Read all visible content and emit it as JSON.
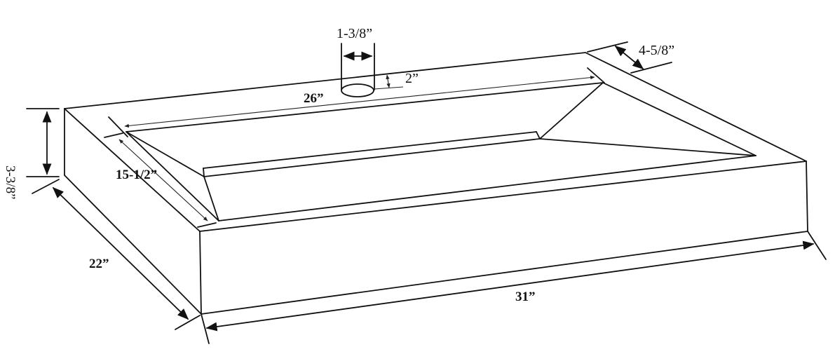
{
  "drawing": {
    "subject": "Rectangular ramp sink dimension drawing",
    "line_color": "#111111",
    "background": "#ffffff"
  },
  "dimensions": {
    "overall_length": "31”",
    "overall_depth": "22”",
    "height": "3-3/8”",
    "basin_length": "26”",
    "basin_depth": "15-1/2”",
    "drain_diameter": "1-3/8”",
    "drain_offset": "2”",
    "rim_width": "4-5/8”"
  }
}
